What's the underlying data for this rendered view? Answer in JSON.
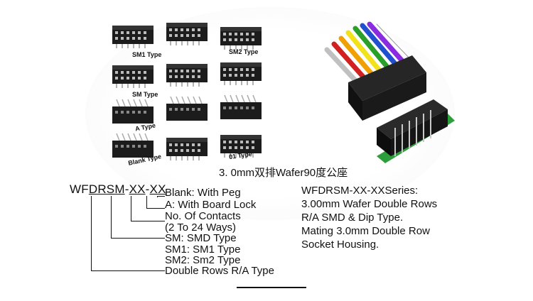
{
  "title": "3. 0mm双排Wafer90度公座",
  "thumbnails": [
    {
      "caption": "SM1 Type"
    },
    {
      "caption": "SM2 Type"
    },
    {
      "caption": "SM Type"
    },
    {
      "caption": "A Type"
    },
    {
      "caption": "Blank Type"
    },
    {
      "caption": "01 Type"
    }
  ],
  "part_number": {
    "prefix": "WF",
    "code": "DRSM",
    "sep1": "-",
    "xx1": "XX",
    "sep2": "-",
    "xx2": "XX"
  },
  "legend": [
    "Blank: With Peg",
    "A: With Board Lock",
    "No. Of Contacts",
    "(2 To 24 Ways)",
    "SM: SMD Type",
    "SM1: SM1 Type",
    "SM2: Sm2 Type",
    "Double Rows R/A Type"
  ],
  "series": [
    "WFDRSM-XX-XXSeries:",
    "3.00mm Wafer Double Rows",
    "R/A SMD & Dip Type.",
    "Mating 3.0mm Double Row",
    "Socket  Housing."
  ],
  "colors": {
    "housing": "#1a1a1a",
    "pcb": "#2e9e3c",
    "wires": [
      "#c0c0c0",
      "#d02020",
      "#f0a000",
      "#f2e21a",
      "#2aa02a",
      "#2050d0",
      "#8a2be2",
      "#ffffff"
    ]
  }
}
